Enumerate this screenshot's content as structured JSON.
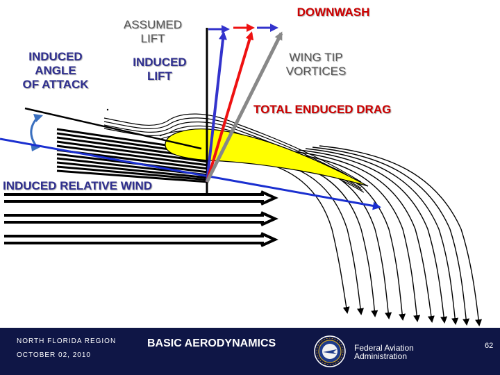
{
  "labels": {
    "assumed_lift": "ASSUMED\nLIFT",
    "downwash": "DOWNWASH",
    "induced_angle": "INDUCED\nANGLE\nOF ATTACK",
    "induced_lift": "INDUCED\nLIFT",
    "wing_tip_vortices": "WING TIP\nVORTICES",
    "total_induced_drag": "TOTAL ENDUCED DRAG",
    "induced_relative_wind": "INDUCED RELATIVE WIND"
  },
  "footer": {
    "region": "NORTH FLORIDA REGION",
    "date": "OCTOBER 02, 2010",
    "title": "BASIC AERODYNAMICS",
    "agency": "Federal Aviation\nAdministration",
    "page_number": "62"
  },
  "colors": {
    "assumed_lift": "#3333cc",
    "induced_lift": "#ee1111",
    "total_lift": "#888888",
    "relative_wind": "#1a2fd0",
    "airfoil": "#ffff00",
    "footer_bg": "#0f1646"
  },
  "icons": {
    "agency_seal": "faa-seal-icon"
  }
}
